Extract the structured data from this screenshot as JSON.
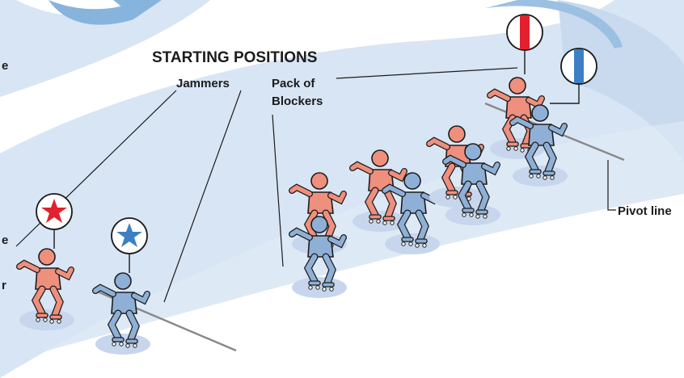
{
  "title": "STARTING POSITIONS",
  "labels": {
    "jammers": "Jammers",
    "pack_line1": "Pack of",
    "pack_line2": "Blockers",
    "pivot_line": "Pivot line"
  },
  "edge_fragments": [
    "e",
    "e",
    "r"
  ],
  "helmet_covers": {
    "jammer_red": "star",
    "jammer_blue": "star",
    "pivot_red": "stripe",
    "pivot_blue": "stripe"
  },
  "colors": {
    "track": "#d5e2f2",
    "track_inner": "#c2d5ec",
    "arrow": "#87b4dc",
    "red_skater": "#ef8f7d",
    "blue_skater": "#8fb0d6",
    "red_mark": "#e3202e",
    "blue_mark": "#3d7fc4",
    "line": "#1c1c1c"
  }
}
